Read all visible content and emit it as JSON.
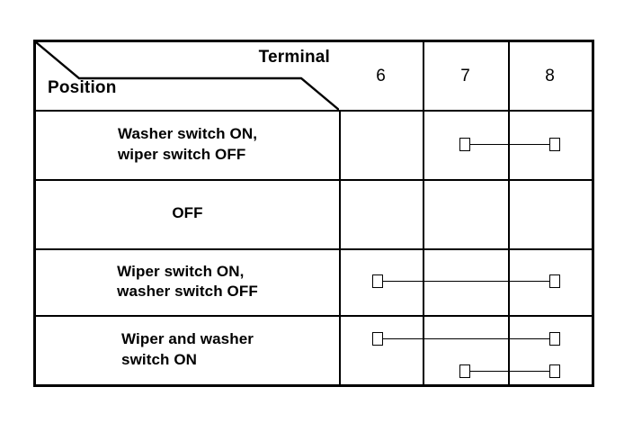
{
  "table": {
    "header": {
      "terminal_label": "Terminal",
      "position_label": "Position",
      "terminal_columns": [
        "6",
        "7",
        "8"
      ]
    },
    "rows": [
      {
        "position": "Washer switch ON,\nwiper switch OFF",
        "align": "left",
        "connections": [
          {
            "from": "7",
            "to": "8"
          }
        ]
      },
      {
        "position": "OFF",
        "align": "center",
        "connections": []
      },
      {
        "position": "Wiper switch ON,\nwasher switch OFF",
        "align": "left",
        "connections": [
          {
            "from": "6",
            "to": "8"
          }
        ]
      },
      {
        "position": "Wiper and washer\nswitch ON",
        "align": "left",
        "connections": [
          {
            "from": "6",
            "to": "8"
          },
          {
            "from": "7",
            "to": "8"
          }
        ]
      }
    ]
  },
  "colors": {
    "line": "#000000",
    "background": "#ffffff"
  }
}
